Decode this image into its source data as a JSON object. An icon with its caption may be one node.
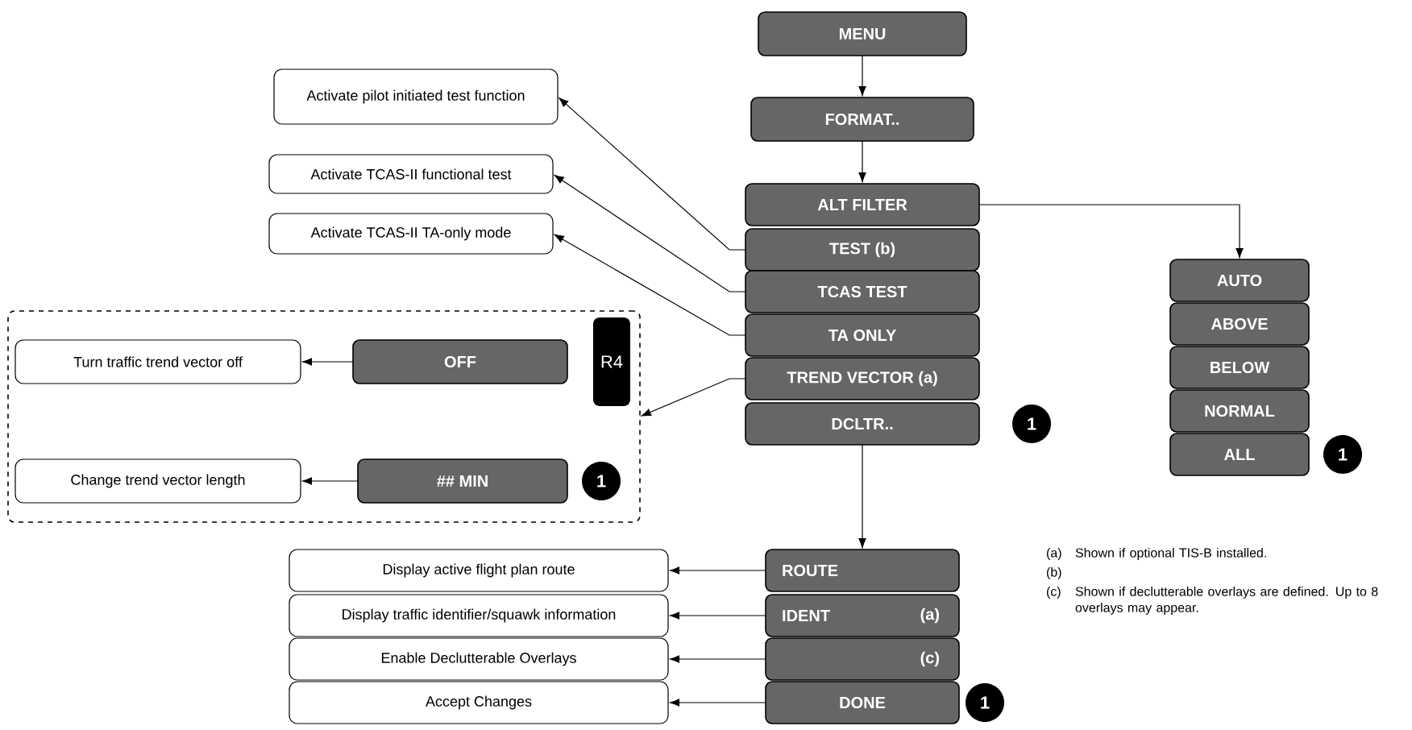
{
  "diagram": {
    "nodes": [
      {
        "text": [
          "MENU"
        ]
      },
      {
        "text": [
          "FORMAT.."
        ]
      },
      {
        "text": [
          "Activate pilot initiated test function"
        ]
      },
      {
        "text": [
          "ALT FILTER"
        ]
      },
      {
        "text": [
          "TEST (b)"
        ]
      },
      {
        "text": [
          "Activate TCAS-II functional test"
        ]
      },
      {
        "text": [
          "TCAS TEST"
        ]
      },
      {
        "text": [
          "Activate TCAS-II TA-only mode"
        ]
      },
      {
        "text": [
          "TA ONLY"
        ]
      },
      {
        "text": [
          "TREND VECTOR (a)"
        ]
      },
      {
        "text": [
          "DCLTR.."
        ]
      },
      {
        "text": [
          "AUTO"
        ]
      },
      {
        "text": [
          "ABOVE"
        ]
      },
      {
        "text": [
          "BELOW"
        ]
      },
      {
        "text": [
          "NORMAL"
        ]
      },
      {
        "text": [
          "ALL"
        ]
      },
      {
        "text": [],
        "shape": "box"
      },
      {
        "text": [
          "Turn traffic trend vector off"
        ],
        "in": 16
      },
      {
        "text": [
          "OFF"
        ],
        "in": 16
      },
      {
        "text": [
          "R4"
        ],
        "in": 16
      },
      {
        "text": [
          "Change trend vector length"
        ],
        "in": 16
      },
      {
        "text": [
          "## MIN"
        ],
        "in": 16
      },
      {
        "text": [
          "Display active flight plan route"
        ]
      },
      {
        "text": [
          "ROUTE"
        ]
      },
      {
        "text": [
          "Display traffic identifier/squawk information"
        ]
      },
      {
        "text": [
          "IDENT",
          "(a)"
        ]
      },
      {
        "text": [
          "Enable Declutterable Overlays"
        ]
      },
      {
        "text": [
          "(c)"
        ]
      },
      {
        "text": [
          "Accept Changes"
        ]
      },
      {
        "text": [
          "DONE"
        ]
      }
    ],
    "edges": [
      {
        "from": 0,
        "to": 1,
        "arrow": "to"
      },
      {
        "from": 1,
        "to": 3,
        "arrow": "to"
      },
      {
        "from": 3,
        "to": 11,
        "arrow": "to"
      },
      {
        "from": 4,
        "to": 2,
        "arrow": "to"
      },
      {
        "from": 6,
        "to": 5,
        "arrow": "to"
      },
      {
        "from": 8,
        "to": 7,
        "arrow": "to"
      },
      {
        "from": 9,
        "to": 16,
        "arrow": "to"
      },
      {
        "from": 18,
        "to": 17,
        "arrow": "to"
      },
      {
        "from": 21,
        "to": 20,
        "arrow": "to"
      },
      {
        "from": 10,
        "to": 23,
        "arrow": "to"
      },
      {
        "from": 23,
        "to": 22,
        "arrow": "to"
      },
      {
        "from": 25,
        "to": 24,
        "arrow": "to"
      },
      {
        "from": 27,
        "to": 26,
        "arrow": "to"
      },
      {
        "from": 29,
        "to": 28,
        "arrow": "to"
      }
    ],
    "labels": [
      "1",
      "1",
      "1",
      "1",
      "(a)",
      "Shown if optional TIS-B installed.",
      "(b)",
      "(c)",
      "Shown if declutterable overlays are defined. Up to 8 overlays may appear."
    ]
  }
}
